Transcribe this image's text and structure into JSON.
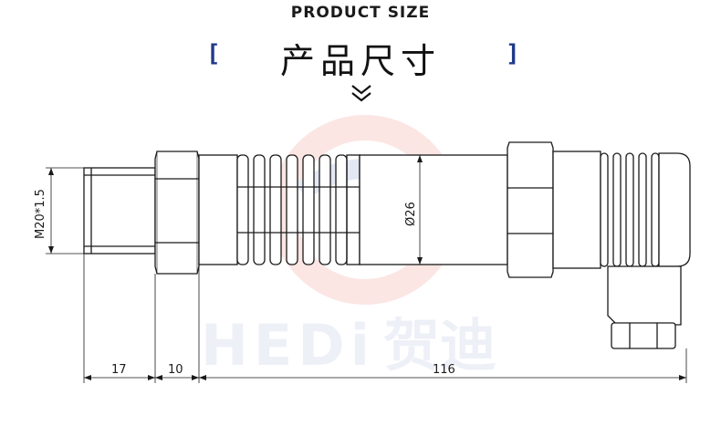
{
  "header": {
    "title_en": "PRODUCT SIZE",
    "title_cn": "产品尺寸",
    "bracket_left": "[",
    "bracket_right": "]"
  },
  "watermark": {
    "text_latin": "HEDi",
    "text_cn": "贺迪"
  },
  "dimensions": {
    "thread": "M20*1.5",
    "diameter": "Ø26",
    "length_thread": "17",
    "length_hex": "10",
    "length_total": "116"
  },
  "colors": {
    "title_text": "#1a1a1a",
    "bracket": "#1f3a8a",
    "line": "#1a1a1a",
    "watermark_red": "#e03a2e",
    "watermark_blue": "#2a4aa8"
  },
  "icons": {
    "chevron": "double-chevron-down-icon"
  }
}
